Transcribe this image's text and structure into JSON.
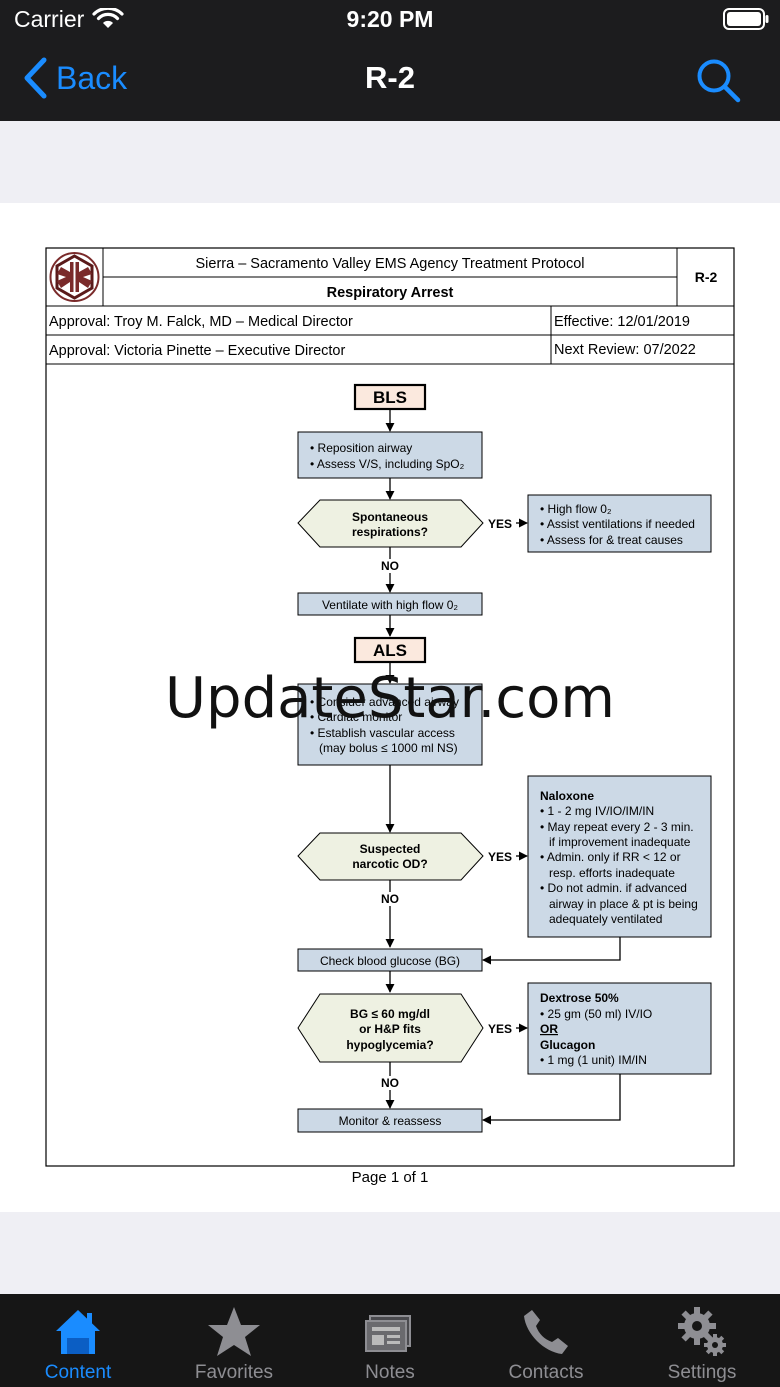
{
  "status_bar": {
    "carrier": "Carrier",
    "time": "9:20 PM"
  },
  "nav": {
    "back_label": "Back",
    "title": "R-2"
  },
  "protocol": {
    "agency": "Sierra – Sacramento Valley EMS Agency Treatment Protocol",
    "title": "Respiratory Arrest",
    "code": "R-2",
    "approval_1": "Approval: Troy M. Falck, MD – Medical Director",
    "approval_2": "Approval: Victoria Pinette – Executive Director",
    "effective": "Effective: 12/01/2019",
    "next_review": "Next Review: 07/2022"
  },
  "flow": {
    "bls": "BLS",
    "box1_line1": "• Reposition airway",
    "box1_line2": "• Assess V/S, including SpO₂",
    "dec1_line1": "Spontaneous",
    "dec1_line2": "respirations?",
    "yes": "YES",
    "no": "NO",
    "yes1_line1": "• High flow 0₂",
    "yes1_line2": "• Assist ventilations if needed",
    "yes1_line3": "• Assess for & treat causes",
    "ventilate": "Ventilate with high flow 0₂",
    "als": "ALS",
    "als_line1": "• Consider advanced airway",
    "als_line2": "• Cardiac monitor",
    "als_line3": "• Establish vascular access",
    "als_line4": "(may bolus ≤ 1000 ml NS)",
    "dec2_line1": "Suspected",
    "dec2_line2": "narcotic OD?",
    "nal_title": "Naloxone",
    "nal_line1": "• 1 - 2 mg IV/IO/IM/IN",
    "nal_line2": "• May repeat every 2 - 3 min.",
    "nal_line3": "if improvement inadequate",
    "nal_line4": "• Admin. only if RR < 12 or",
    "nal_line5": "resp. efforts inadequate",
    "nal_line6": "• Do not admin. if advanced",
    "nal_line7": "airway in place & pt is being",
    "nal_line8": "adequately ventilated",
    "check_bg": "Check blood glucose (BG)",
    "dec3_line1": "BG ≤ 60 mg/dl",
    "dec3_line2": "or H&P fits",
    "dec3_line3": "hypoglycemia?",
    "dex_title": "Dextrose 50%",
    "dex_line1": "• 25 gm (50 ml) IV/IO",
    "dex_or": "OR",
    "dex_glucagon": "Glucagon",
    "dex_line2": "• 1 mg (1 unit) IM/IN",
    "monitor": "Monitor & reassess"
  },
  "watermark": "UpdateStar.com",
  "page_footer": "Page 1 of 1",
  "tabs": [
    {
      "label": "Content",
      "icon": "home-icon",
      "active": true
    },
    {
      "label": "Favorites",
      "icon": "star-icon",
      "active": false
    },
    {
      "label": "Notes",
      "icon": "notes-icon",
      "active": false
    },
    {
      "label": "Contacts",
      "icon": "phone-icon",
      "active": false
    },
    {
      "label": "Settings",
      "icon": "gear-icon",
      "active": false
    }
  ],
  "colors": {
    "accent": "#1a8cff",
    "bar": "#1c1c1e",
    "flow_box": "#ccd9e6",
    "decision": "#eef1e2",
    "header_box": "#fbe9de"
  }
}
